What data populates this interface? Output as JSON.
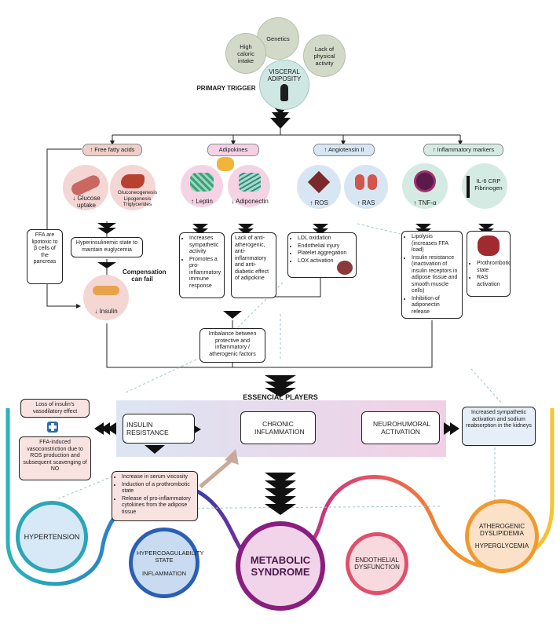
{
  "triggers": {
    "genetics": "Genetics",
    "high_caloric": "High caloric intake",
    "lack_activity": "Lack of physical activity",
    "visceral": "VISCERAL ADIPOSITY",
    "primary_trigger": "PRIMARY TRIGGER"
  },
  "categories": {
    "ffa": "↑ Free fatty acids",
    "adipokines": "Adipokines",
    "angiotensin": "↑ Angiotensin II",
    "inflammatory": "↑ Inflammatory markers"
  },
  "icons": {
    "glucose_uptake": "↓ Glucose uptake",
    "liver": "Gluconeogenesis Lipogenesis Triglycerides",
    "leptin": "↑ Leptin",
    "adiponectin": "↓ Adiponectin",
    "ros": "↑ ROS",
    "ras": "↑ RAS",
    "tnf": "↑ TNF-α",
    "il6": "IL-6 CRP Fibrinogen",
    "insulin": "↓ Insulin"
  },
  "boxes": {
    "ffa_lipotoxic": "FFA are lipotoxic to β cells of the pancreas",
    "hyperinsulinemic": "Hyperinsulinemic state to maintain euglycemia",
    "compensation": "Compensation can fail",
    "leptin_effects": [
      "Increases sympathetic activity",
      "Promotes a pro-inflammatory immune response"
    ],
    "adiponectin_effects": "Lack of anti-atherogenic, anti-inflammatory and anti-diabetic effect of adipokine",
    "ros_effects": [
      "LDL oxidation",
      "Endothelial injury",
      "Platelet aggregation",
      "LOX activation"
    ],
    "tnf_effects": [
      "Lipolysis (increases FFA load)",
      "Insulin resistance (inactivation of insulin receptors in adipose tissue and smooth muscle cells)",
      "Inhibition of adiponectin release"
    ],
    "il6_effects": [
      "Prothrombotic state",
      "RAS activation"
    ],
    "imbalance": "Imbalance between protective and inflammatory / atherogenic factors"
  },
  "players": {
    "title": "ESSENCIAL PLAYERS",
    "insulin_resistance": "INSULIN RESISTANCE",
    "chronic_inflammation": "CHRONIC INFLAMMATION",
    "neurohumoral": "NEUROHUMORAL ACTIVATION"
  },
  "side": {
    "loss_insulin": "Loss of insulin's vasodilatory effect",
    "ffa_induced": "FFA-induced vasoconstriction due to ROS production and subsequent scavenging of NO",
    "sympathetic": "Increased sympathetic activation and sodium reabsorption in the kidneys",
    "serum_effects": [
      "Increase in serum viscosity",
      "Induction of a prothrombotic state",
      "Release of pro-inflammatory cytokines from the adipose tissue"
    ]
  },
  "outcomes": {
    "hypertension": "HYPERTENSION",
    "hypercoag": "HYPERCOAGULABILITY STATE",
    "inflammation": "INFLAMMATION",
    "metabolic_1": "METABOLIC",
    "metabolic_2": "SYNDROME",
    "endothelial": "ENDOTHELIAL DYSFUNCTION",
    "atherogenic": "ATHEROGENIC DYSLIPIDEMIA",
    "hyperglycemia": "HYPERGLYCEMIA"
  },
  "colors": {
    "pink_circle": "#f4d6d4",
    "blue_circle": "#d7e6f2",
    "green_circle": "#d4ebe4",
    "pink_icon": "#f5d3e5",
    "band_left": "#d6e1f1",
    "band_right": "#efc7e0"
  }
}
